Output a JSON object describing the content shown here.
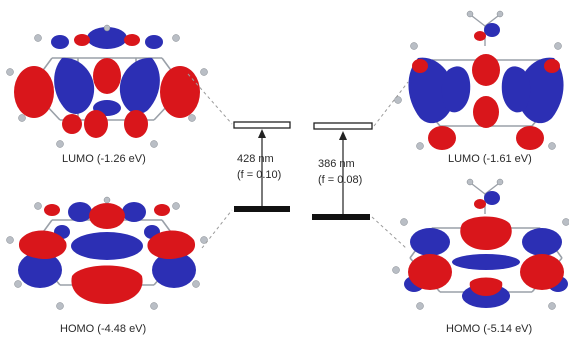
{
  "orbitals": {
    "left_lumo": "LUMO (-1.26 eV)",
    "left_homo": "HOMO (-4.48 eV)",
    "right_lumo": "LUMO (-1.61 eV)",
    "right_homo": "HOMO (-5.14 eV)"
  },
  "transitions": {
    "left_wavelength": "428 nm",
    "left_oscillator": "(f = 0.10)",
    "right_wavelength": "386 nm",
    "right_oscillator": "(f = 0.08)"
  },
  "colors": {
    "positive_lobe": "#d9161b",
    "negative_lobe": "#2c2fb4",
    "occupied_level": "#111111",
    "connector": "#9a9a9a"
  }
}
